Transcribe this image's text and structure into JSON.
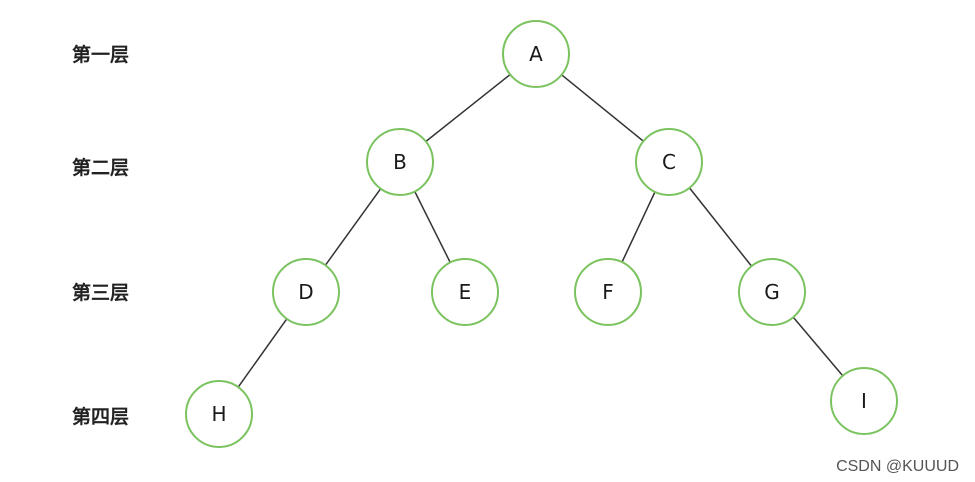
{
  "levels": [
    {
      "label": "第一层"
    },
    {
      "label": "第二层"
    },
    {
      "label": "第三层"
    },
    {
      "label": "第四层"
    }
  ],
  "nodes": [
    {
      "id": "A",
      "label": "A"
    },
    {
      "id": "B",
      "label": "B"
    },
    {
      "id": "C",
      "label": "C"
    },
    {
      "id": "D",
      "label": "D"
    },
    {
      "id": "E",
      "label": "E"
    },
    {
      "id": "F",
      "label": "F"
    },
    {
      "id": "G",
      "label": "G"
    },
    {
      "id": "H",
      "label": "H"
    },
    {
      "id": "I",
      "label": "I"
    }
  ],
  "edges": [
    {
      "from": "A",
      "to": "B"
    },
    {
      "from": "A",
      "to": "C"
    },
    {
      "from": "B",
      "to": "D"
    },
    {
      "from": "B",
      "to": "E"
    },
    {
      "from": "C",
      "to": "F"
    },
    {
      "from": "C",
      "to": "G"
    },
    {
      "from": "D",
      "to": "H"
    },
    {
      "from": "G",
      "to": "I"
    }
  ],
  "watermark": "CSDN @KUUUD",
  "colors": {
    "node_stroke": "#7ac35f",
    "edge": "#333333"
  }
}
